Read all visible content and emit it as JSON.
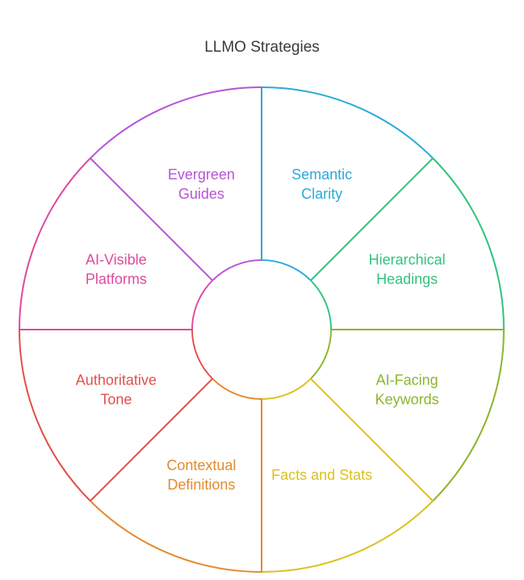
{
  "title": "LLMO Strategies",
  "segments": [
    {
      "lines": [
        "Semantic",
        "Clarity"
      ],
      "color": "#2AAAD8"
    },
    {
      "lines": [
        "Hierarchical",
        "Headings"
      ],
      "color": "#31C27F"
    },
    {
      "lines": [
        "AI-Facing",
        "Keywords"
      ],
      "color": "#8CB52C"
    },
    {
      "lines": [
        "Facts and Stats"
      ],
      "color": "#DDC01E"
    },
    {
      "lines": [
        "Contextual",
        "Definitions"
      ],
      "color": "#E38A2C"
    },
    {
      "lines": [
        "Authoritative",
        "Tone"
      ],
      "color": "#E0504C"
    },
    {
      "lines": [
        "AI-Visible",
        "Platforms"
      ],
      "color": "#DE4A9E"
    },
    {
      "lines": [
        "Evergreen",
        "Guides"
      ],
      "color": "#B655D6"
    }
  ]
}
